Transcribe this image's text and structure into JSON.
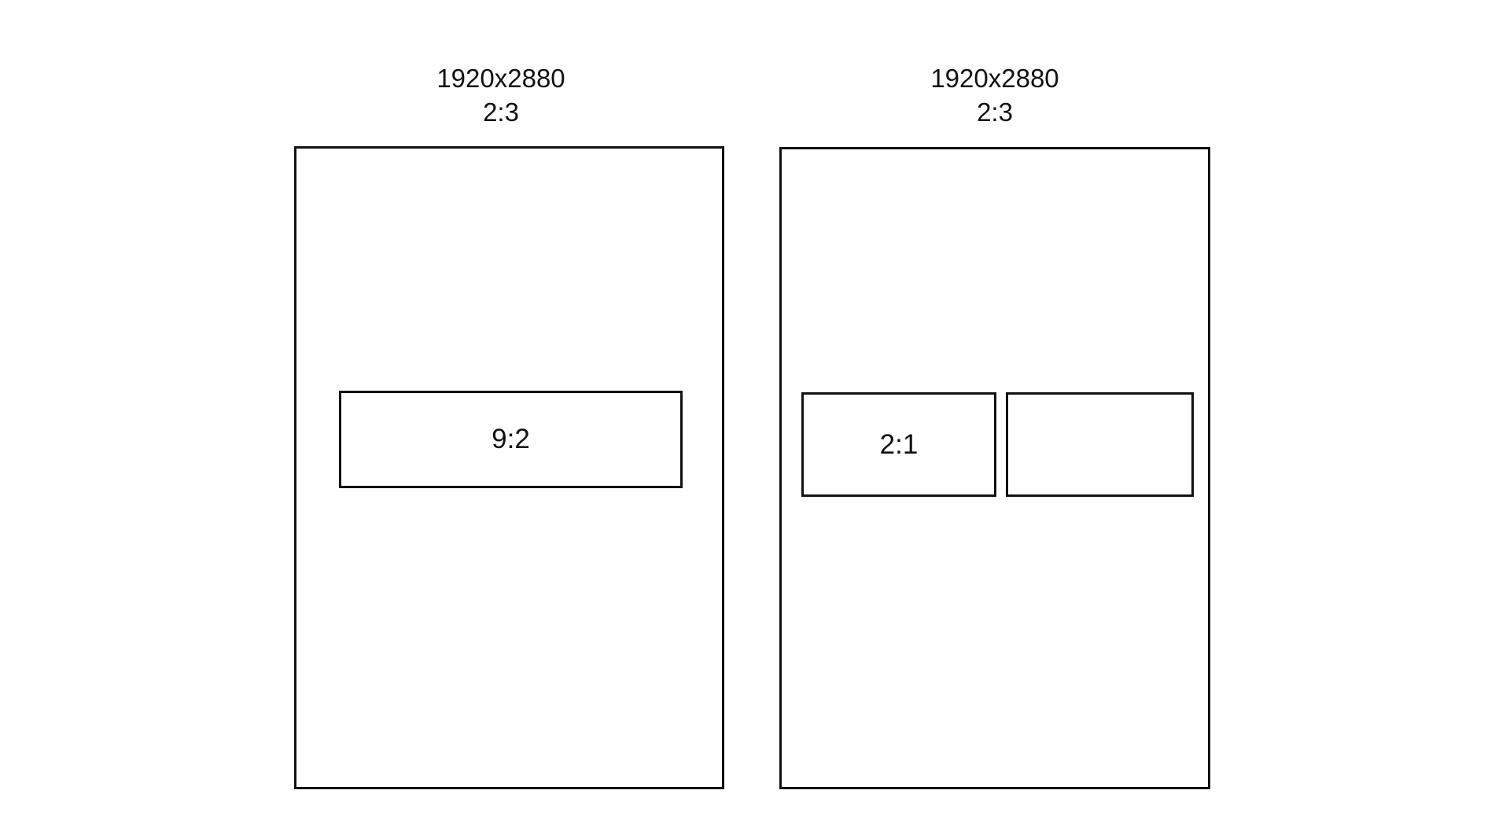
{
  "left_panel": {
    "resolution": "1920x2880",
    "aspect_ratio": "2:3",
    "inner_box_label": "9:2"
  },
  "right_panel": {
    "resolution": "1920x2880",
    "aspect_ratio": "2:3",
    "inner_box_left_label": "2:1",
    "inner_box_right_label": ""
  }
}
